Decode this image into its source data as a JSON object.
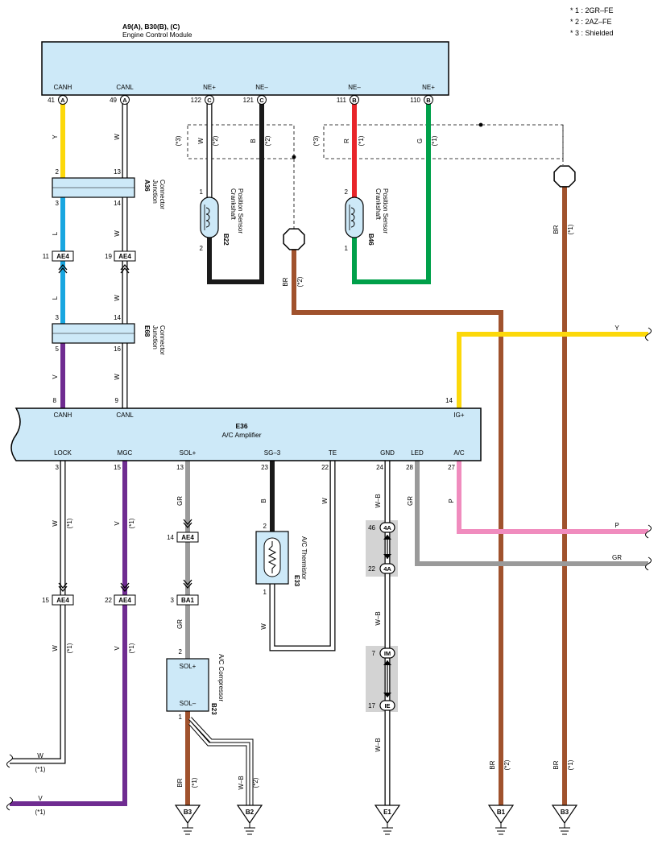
{
  "notes": [
    "* 1 : 2GR–FE",
    "* 2 : 2AZ–FE",
    "* 3 : Shielded"
  ],
  "colors": {
    "Y": "#fcd80a",
    "L": "#19a6e0",
    "V": "#6f2c91",
    "W": "#ffffff",
    "B": "#1a1a1a",
    "R": "#e8252a",
    "G": "#00a04a",
    "BR": "#a0522d",
    "GR": "#9a9a9a",
    "P": "#f08cbe",
    "WB": "#ffffff",
    "box_fill": "#cde9f8",
    "splice_fill": "#d3d3d3"
  },
  "ecm": {
    "title": "A9(A), B30(B), (C)",
    "subtitle": "Engine Control Module",
    "pins": [
      {
        "name": "CANH",
        "num": "41",
        "conn": "A"
      },
      {
        "name": "CANL",
        "num": "49",
        "conn": "A"
      },
      {
        "name": "NE+",
        "num": "122",
        "conn": "C"
      },
      {
        "name": "NE–",
        "num": "121",
        "conn": "C"
      },
      {
        "name": "NE–",
        "num": "111",
        "conn": "B"
      },
      {
        "name": "NE+",
        "num": "110",
        "conn": "B"
      }
    ]
  },
  "junction_a36": {
    "code": "A36",
    "name": "Junction Connector",
    "pins": [
      "2",
      "13",
      "3",
      "14"
    ]
  },
  "junction_e68": {
    "code": "E68",
    "name": "Junction Connector",
    "pins": [
      "3",
      "14",
      "5",
      "16"
    ]
  },
  "ae4_top": {
    "label": "AE4",
    "left_num": "11",
    "right_num": "19"
  },
  "sensor_b22": {
    "code": "B22",
    "name": "Crankshaft Position Sensor",
    "pin_top": "1",
    "pin_bottom": "2"
  },
  "sensor_b46": {
    "code": "B46",
    "name": "Crankshaft Position Sensor",
    "pin_top": "2",
    "pin_bottom": "1"
  },
  "amp": {
    "code": "E36",
    "name": "A/C Amplifier",
    "top_pins": [
      {
        "name": "CANH",
        "num": "8"
      },
      {
        "name": "CANL",
        "num": "9"
      },
      {
        "name": "IG+",
        "num": "14"
      }
    ],
    "bottom_pins": [
      {
        "name": "LOCK",
        "num": "3"
      },
      {
        "name": "MGC",
        "num": "15"
      },
      {
        "name": "SOL+",
        "num": "13"
      },
      {
        "name": "SG–3",
        "num": "23"
      },
      {
        "name": "TE",
        "num": "22"
      },
      {
        "name": "GND",
        "num": "24"
      },
      {
        "name": "LED",
        "num": "28"
      },
      {
        "name": "A/C",
        "num": "27"
      }
    ]
  },
  "thermistor": {
    "code": "E33",
    "name": "A/C Thermistor",
    "pin_top": "2",
    "pin_bottom": "1"
  },
  "compressor": {
    "code": "B23",
    "name": "A/C Compressor",
    "pin_top": "2",
    "pin_bottom": "1",
    "term_top": "SOL+",
    "term_bottom": "SOL–"
  },
  "connectors": {
    "ae4_14": {
      "label": "AE4",
      "num": "14"
    },
    "ba1_3": {
      "label": "BA1",
      "num": "3"
    },
    "ae4_15": {
      "label": "AE4",
      "num": "15"
    },
    "ae4_22": {
      "label": "AE4",
      "num": "22"
    }
  },
  "splices": {
    "s4a_top": {
      "label": "4A",
      "num": "46"
    },
    "s4a_bot": {
      "label": "4A",
      "num": "22"
    },
    "sim": {
      "label": "IM",
      "num": "7"
    },
    "sie": {
      "label": "IE",
      "num": "17"
    }
  },
  "grounds": [
    "B3",
    "B2",
    "E1",
    "B1",
    "B3"
  ],
  "wire_labels": {
    "Y": "Y",
    "W": "W",
    "L": "L",
    "V": "V",
    "B": "B",
    "R": "R",
    "G": "G",
    "BR": "BR",
    "GR": "GR",
    "P": "P",
    "WB": "W–B",
    "n1": "(*1)",
    "n2": "(*2)",
    "n3": "(*3)"
  }
}
